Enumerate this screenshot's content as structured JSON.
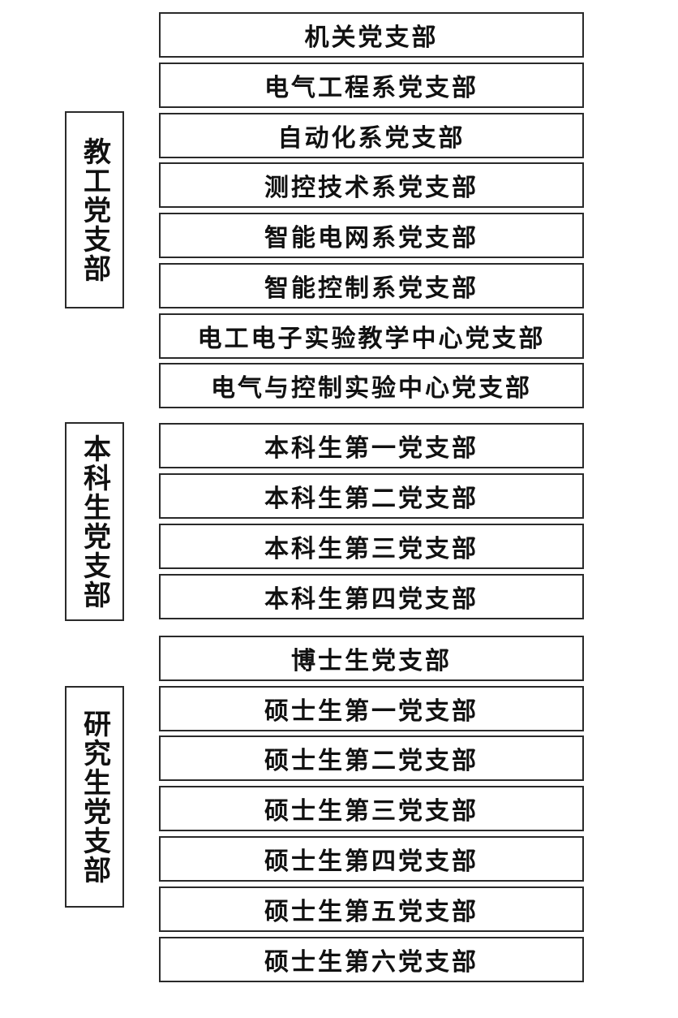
{
  "groups": [
    {
      "label": "教工党支部",
      "branches": [
        "机关党支部",
        "电气工程系党支部",
        "自动化系党支部",
        "测控技术系党支部",
        "智能电网系党支部",
        "智能控制系党支部",
        "电工电子实验教学中心党支部",
        "电气与控制实验中心党支部"
      ]
    },
    {
      "label": "本科生党支部",
      "branches": [
        "本科生第一党支部",
        "本科生第二党支部",
        "本科生第三党支部",
        "本科生第四党支部"
      ]
    },
    {
      "label": "研究生党支部",
      "branches": [
        "博士生党支部",
        "硕士生第一党支部",
        "硕士生第二党支部",
        "硕士生第三党支部",
        "硕士生第四党支部",
        "硕士生第五党支部",
        "硕士生第六党支部"
      ]
    }
  ]
}
